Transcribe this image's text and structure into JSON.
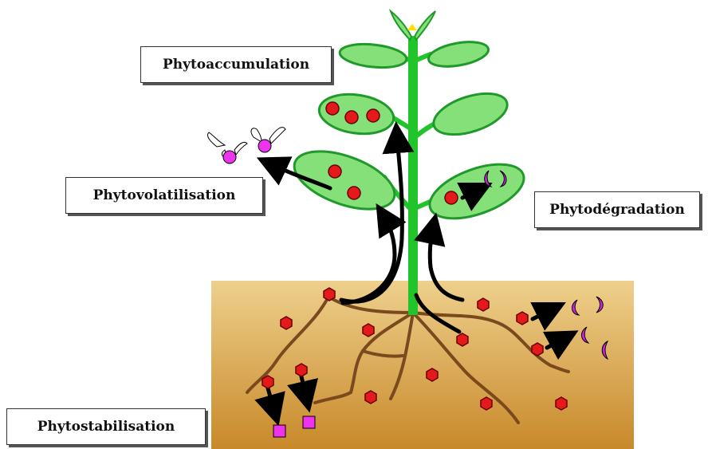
{
  "labels": {
    "phytoaccumulation": "Phytoaccumulation",
    "phytovolatilisation": "Phytovolatilisation",
    "phytodegradation": "Phytodégradation",
    "phytostabilisation": "Phytostabilisation"
  },
  "colors": {
    "soil_top": "#e9c07a",
    "soil_bottom": "#c88a2c",
    "stem": "#22c42c",
    "leaf_fill": "#86e07a",
    "leaf_stroke": "#1f9a2a",
    "root": "#7a4a1e",
    "pollutant": "#e41a1a",
    "volatile": "#ee33ee",
    "stabilized": "#ee33ee",
    "arrow": "#000000"
  },
  "icons": {
    "pollutant": "red-hexagon-icon",
    "volatile": "winged-particle-icon",
    "degraded": "crescent-fragment-icon",
    "stabilized": "magenta-square-icon"
  }
}
